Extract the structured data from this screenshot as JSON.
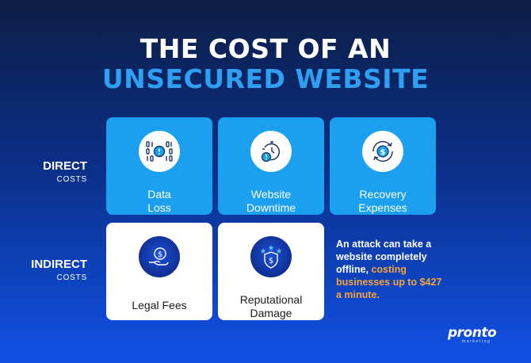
{
  "title": {
    "line1": "THE COST OF AN",
    "line2": "UNSECURED WEBSITE"
  },
  "rows": {
    "direct": {
      "main": "DIRECT",
      "sub": "COSTS"
    },
    "indirect": {
      "main": "INDIRECT",
      "sub": "COSTS"
    }
  },
  "direct_costs": [
    {
      "line1": "Data",
      "line2": "Loss",
      "icon": "binary-alert-icon"
    },
    {
      "line1": "Website",
      "line2": "Downtime",
      "icon": "timer-alert-icon"
    },
    {
      "line1": "Recovery",
      "line2": "Expenses",
      "icon": "dollar-cycle-icon"
    }
  ],
  "indirect_costs": [
    {
      "line1": "Legal Fees",
      "icon": "hand-dollar-icon"
    },
    {
      "line1": "Reputational",
      "line2": "Damage",
      "icon": "shield-dollar-stars-icon"
    }
  ],
  "note": {
    "part1": "An attack can take a website completely offline, ",
    "highlight": "costing businesses up to $427 a minute."
  },
  "logo": {
    "word": "pronto",
    "sub": "marketing"
  },
  "colors": {
    "accent_blue": "#2f9ff2",
    "card_blue": "#1aa0ef",
    "highlight_orange": "#f5a33b"
  }
}
